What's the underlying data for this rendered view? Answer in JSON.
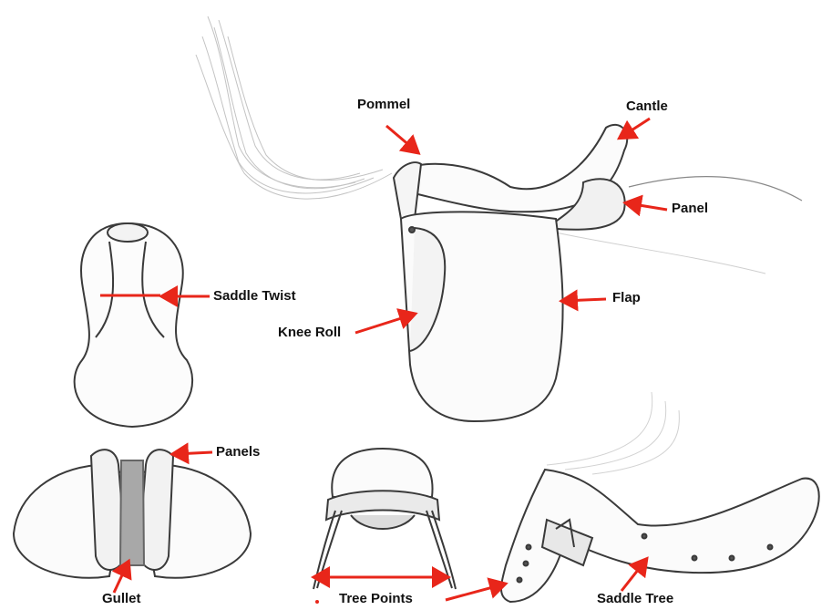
{
  "labels": {
    "pommel": "Pommel",
    "cantle": "Cantle",
    "panel": "Panel",
    "flap": "Flap",
    "knee_roll": "Knee Roll",
    "saddle_twist": "Saddle Twist",
    "panels": "Panels",
    "gullet": "Gullet",
    "tree_points": "Tree Points",
    "saddle_tree": "Saddle Tree"
  },
  "colors": {
    "arrow": "#e8261a",
    "pencil": "#3a3a3a",
    "shade": "#9a9a9a",
    "text": "#111111"
  }
}
